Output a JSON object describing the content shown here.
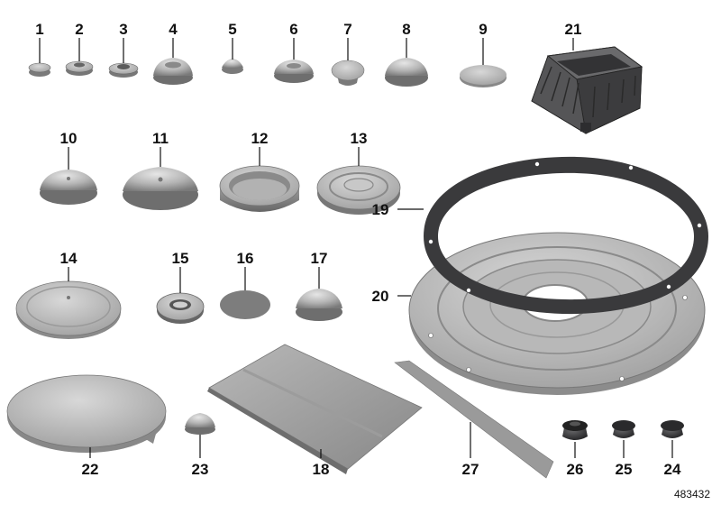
{
  "callouts": {
    "p1": "1",
    "p2": "2",
    "p3": "3",
    "p4": "4",
    "p5": "5",
    "p6": "6",
    "p7": "7",
    "p8": "8",
    "p9": "9",
    "p10": "10",
    "p11": "11",
    "p12": "12",
    "p13": "13",
    "p14": "14",
    "p15": "15",
    "p16": "16",
    "p17": "17",
    "p18": "18",
    "p19": "19",
    "p20": "20",
    "p21": "21",
    "p22": "22",
    "p23": "23",
    "p24": "24",
    "p25": "25",
    "p26": "26",
    "p27": "27"
  },
  "document_number": "483432",
  "colors": {
    "part_gray": "#a8a8a8",
    "part_light": "#d2d2d2",
    "part_dark": "#6e6e6e",
    "rubber_dark": "#3a3a3c",
    "outline": "#555555"
  }
}
